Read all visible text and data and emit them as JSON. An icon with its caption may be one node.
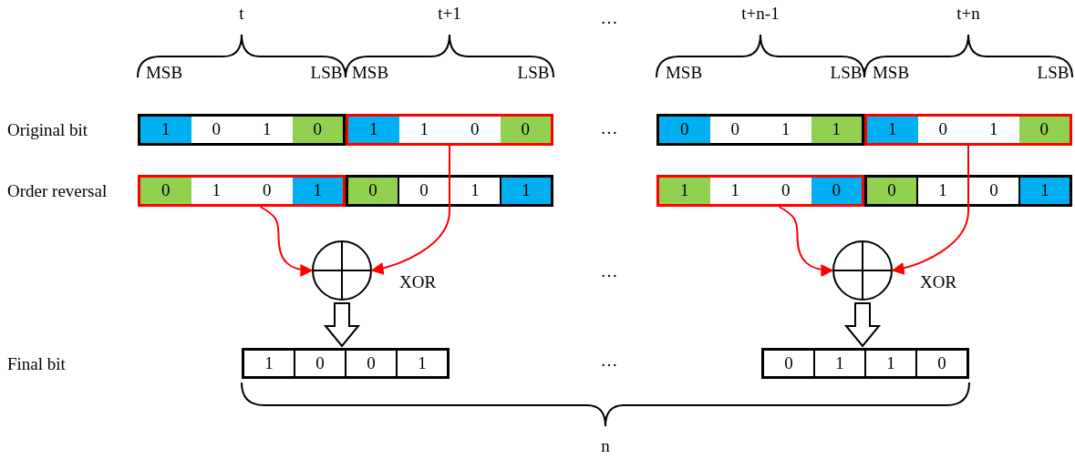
{
  "diagram": {
    "nodes": [
      {
        "text": [],
        "shape": "box"
      },
      {
        "text": [
          "1"
        ],
        "in": 0
      },
      {
        "text": [
          "0"
        ],
        "in": 0
      },
      {
        "text": [
          "1"
        ],
        "in": 0
      },
      {
        "text": [
          "0"
        ],
        "in": 0
      },
      {
        "text": [],
        "shape": "box"
      },
      {
        "text": [
          "1"
        ],
        "in": 5
      },
      {
        "text": [
          "1"
        ],
        "in": 5
      },
      {
        "text": [
          "0"
        ],
        "in": 5
      },
      {
        "text": [
          "0"
        ],
        "in": 5
      },
      {
        "text": [],
        "shape": "box"
      },
      {
        "text": [
          "0"
        ],
        "in": 10
      },
      {
        "text": [
          "0"
        ],
        "in": 10
      },
      {
        "text": [
          "1"
        ],
        "in": 10
      },
      {
        "text": [
          "1"
        ],
        "in": 10
      },
      {
        "text": [],
        "shape": "box"
      },
      {
        "text": [
          "1"
        ],
        "in": 15
      },
      {
        "text": [
          "0"
        ],
        "in": 15
      },
      {
        "text": [
          "1"
        ],
        "in": 15
      },
      {
        "text": [
          "0"
        ],
        "in": 15
      },
      {
        "text": [],
        "shape": "box"
      },
      {
        "text": [
          "0"
        ],
        "in": 20
      },
      {
        "text": [
          "1"
        ],
        "in": 20
      },
      {
        "text": [
          "0"
        ],
        "in": 20
      },
      {
        "text": [
          "1"
        ],
        "in": 20
      },
      {
        "text": [],
        "shape": "box"
      },
      {
        "text": [
          "0"
        ],
        "in": 25
      },
      {
        "text": [
          "0"
        ],
        "in": 25
      },
      {
        "text": [
          "1"
        ],
        "in": 25
      },
      {
        "text": [
          "1"
        ],
        "in": 25
      },
      {
        "text": [],
        "shape": "box"
      },
      {
        "text": [
          "1"
        ],
        "in": 30
      },
      {
        "text": [
          "1"
        ],
        "in": 30
      },
      {
        "text": [
          "0"
        ],
        "in": 30
      },
      {
        "text": [
          "0"
        ],
        "in": 30
      },
      {
        "text": [],
        "shape": "box"
      },
      {
        "text": [
          "0"
        ],
        "in": 35
      },
      {
        "text": [
          "1"
        ],
        "in": 35
      },
      {
        "text": [
          "0"
        ],
        "in": 35
      },
      {
        "text": [
          "1"
        ],
        "in": 35
      },
      {
        "text": [],
        "shape": "circle",
        "beside": [
          "XOR"
        ]
      },
      {
        "text": [],
        "shape": "circle",
        "beside": [
          "XOR"
        ]
      },
      {
        "text": [],
        "shape": "box"
      },
      {
        "text": [
          "1"
        ],
        "in": 42
      },
      {
        "text": [
          "0"
        ],
        "in": 42
      },
      {
        "text": [
          "0"
        ],
        "in": 42
      },
      {
        "text": [
          "1"
        ],
        "in": 42
      },
      {
        "text": [],
        "shape": "box"
      },
      {
        "text": [
          "0"
        ],
        "in": 47
      },
      {
        "text": [
          "1"
        ],
        "in": 47
      },
      {
        "text": [
          "1"
        ],
        "in": 47
      },
      {
        "text": [
          "0"
        ],
        "in": 47
      }
    ],
    "edges": [
      {
        "from": 20,
        "to": 40,
        "arrow": "to"
      },
      {
        "from": 5,
        "to": 40,
        "arrow": "to"
      },
      {
        "from": 30,
        "to": 41,
        "arrow": "to"
      },
      {
        "from": 15,
        "to": 41,
        "arrow": "to"
      },
      {
        "from": 40,
        "to": 42,
        "arrow": "to",
        "style": "thick"
      },
      {
        "from": 41,
        "to": 47,
        "arrow": "to",
        "style": "thick"
      }
    ],
    "labels": [
      "t",
      "t+1",
      "…",
      "t+n-1",
      "t+n",
      "MSB",
      "LSB",
      "MSB",
      "LSB",
      "MSB",
      "LSB",
      "MSB",
      "LSB",
      "Original bit",
      "…",
      "Order reversal",
      "…",
      "Final bit",
      "…",
      "n"
    ]
  }
}
